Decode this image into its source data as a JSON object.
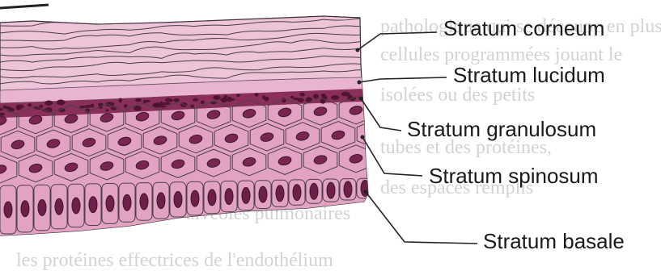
{
  "layers": [
    {
      "id": "corneum",
      "label": "Stratum corneum"
    },
    {
      "id": "lucidum",
      "label": "Stratum lucidum"
    },
    {
      "id": "granulosum",
      "label": "Stratum granulosum"
    },
    {
      "id": "spinosum",
      "label": "Stratum spinosum"
    },
    {
      "id": "basale",
      "label": "Stratum basale"
    }
  ],
  "colors": {
    "tissue": "#e3a7c6",
    "tissue_light": "#eec4d9",
    "cell_outline": "#5a4a55",
    "nucleus": "#7a2550",
    "granular": "#8a2f5a",
    "leader_line": "#222222",
    "show_through_text": "#c9c7c9"
  }
}
